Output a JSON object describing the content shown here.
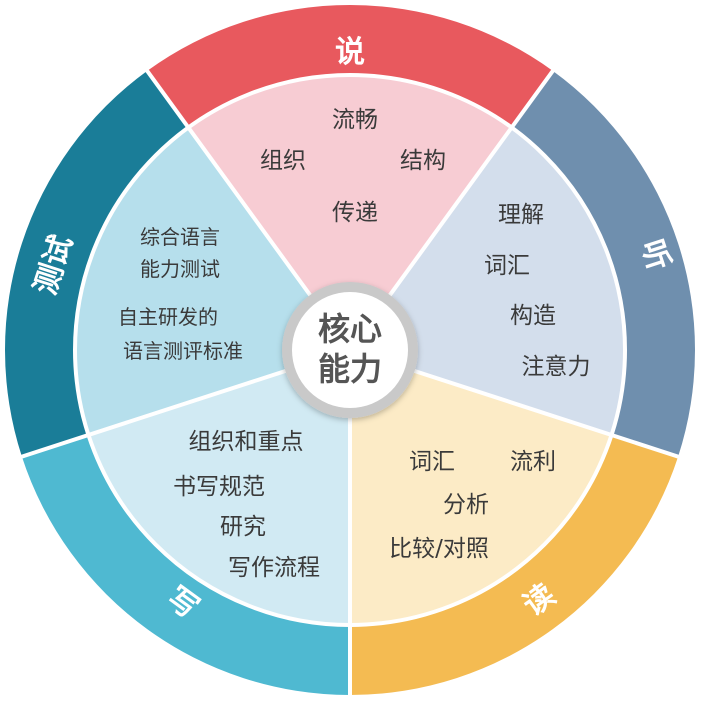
{
  "center": {
    "lines": [
      "核心",
      "能力"
    ]
  },
  "segments": [
    {
      "id": "speak",
      "ring_label": "说",
      "outer_color": "#e8595e",
      "inner_color": "#f7ccd3",
      "items": [
        "流畅",
        "组织",
        "结构",
        "传递"
      ]
    },
    {
      "id": "listen",
      "ring_label": "听",
      "outer_color": "#6f8fae",
      "inner_color": "#d3deec",
      "items": [
        "理解",
        "词汇",
        "构造",
        "注意力"
      ]
    },
    {
      "id": "read",
      "ring_label": "读",
      "outer_color": "#f4bb52",
      "inner_color": "#fcebc6",
      "items": [
        "词汇",
        "流利",
        "分析",
        "比较/对照"
      ]
    },
    {
      "id": "write",
      "ring_label": "写",
      "outer_color": "#4fb9d1",
      "inner_color": "#d1eaf3",
      "items": [
        "组织和重点",
        "书写规范",
        "研究",
        "写作流程"
      ]
    },
    {
      "id": "test",
      "ring_label": "测试",
      "outer_color": "#1a7d98",
      "inner_color": "#b6dfec",
      "items": [
        "综合语言",
        "能力测试",
        "自主研发的",
        "语言测评标准"
      ]
    }
  ]
}
